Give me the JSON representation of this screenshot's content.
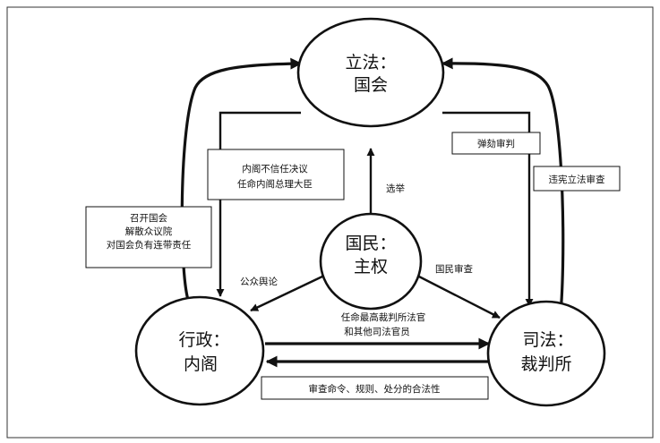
{
  "nodes": {
    "legislature": {
      "line1": "立法：",
      "line2": "国会"
    },
    "people": {
      "line1": "国民：",
      "line2": "主权"
    },
    "executive": {
      "line1": "行政：",
      "line2": "内阁"
    },
    "judiciary": {
      "line1": "司法：",
      "line2": "裁判所"
    }
  },
  "boxes": {
    "no_confidence": [
      "内阁不信任决议",
      "任命内阁总理大臣"
    ],
    "convene": [
      "召开国会",
      "解散众议院",
      "对国会负有连带责任"
    ],
    "impeachment": [
      "弹劾审判"
    ],
    "judicial_review": [
      "违宪立法审查"
    ],
    "review_orders": [
      "审查命令、规则、处分的合法性"
    ]
  },
  "labels": {
    "election": "选举",
    "public_opinion": "公众舆论",
    "national_review": "国民审查",
    "appoint_judges": [
      "任命最高裁判所法官",
      "和其他司法官员"
    ]
  }
}
